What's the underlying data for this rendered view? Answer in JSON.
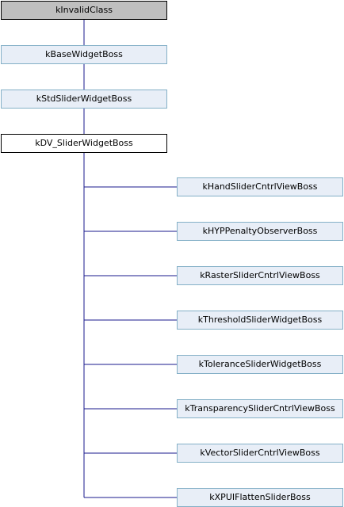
{
  "diagram": {
    "ancestors": [
      {
        "label": "kInvalidClass"
      },
      {
        "label": "kBaseWidgetBoss"
      },
      {
        "label": "kStdSliderWidgetBoss"
      }
    ],
    "current": {
      "label": "kDV_SliderWidgetBoss"
    },
    "children": [
      {
        "label": "kHandSliderCntrlViewBoss"
      },
      {
        "label": "kHYPPenaltyObserverBoss"
      },
      {
        "label": "kRasterSliderCntrlViewBoss"
      },
      {
        "label": "kThresholdSliderWidgetBoss"
      },
      {
        "label": "kToleranceSliderWidgetBoss"
      },
      {
        "label": "kTransparencySliderCntrlViewBoss"
      },
      {
        "label": "kVectorSliderCntrlViewBoss"
      },
      {
        "label": "kXPUIFlattenSliderBoss"
      }
    ],
    "colors": {
      "edge": "#1a1a8c",
      "node_fill": "#e8eef7",
      "node_border": "#84b0c7",
      "root_fill": "#bfbfbf"
    }
  }
}
